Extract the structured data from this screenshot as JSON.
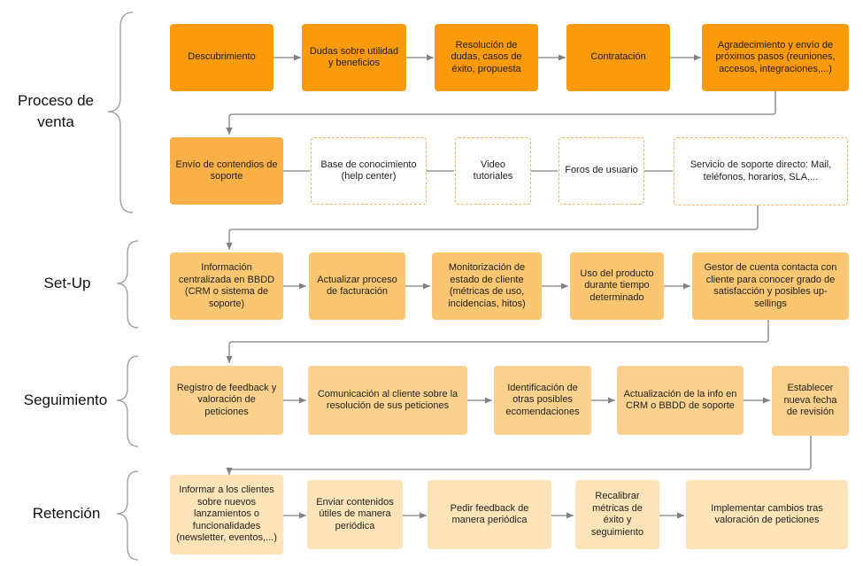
{
  "phases": [
    {
      "id": "venta",
      "label": "Proceso de venta"
    },
    {
      "id": "setup",
      "label": "Set-Up"
    },
    {
      "id": "seguimiento",
      "label": "Seguimiento"
    },
    {
      "id": "retencion",
      "label": "Retención"
    }
  ],
  "steps": {
    "descubrimiento": "Descubrimiento",
    "dudas": "Dudas sobre utilidad y beneficios",
    "resolucion": "Resolución de dudas, casos de éxito, propuesta",
    "contratacion": "Contratación",
    "agradecimiento": "Agradecimiento y envío de próximos pasos (reuniones, accesos, integraciones,...)",
    "envio": "Envío de contendios de soporte",
    "base": "Base de conocimiento (help center)",
    "video": "Video tutoriales",
    "foros": "Foros de usuario",
    "servicio": "Servicio de soporte directo: Mail, teléfonos, horarios, SLA,...",
    "informacion": "Información centralizada en BBDD (CRM o sistema de soporte)",
    "actualizar": "Actualizar proceso de facturación",
    "monitorizacion": "Monitorización de estado de cliente (métricas de uso, incidencias, hitos)",
    "uso": "Uso del producto durante tiempo determinado",
    "gestor": "Gestor de cuenta contacta con cliente para conocer grado de satisfacción y posibles up-sellings",
    "registro": "Registro de feedback y valoración de peticiones",
    "comunicacion": "Comunicación al cliente sobre la resolución de sus peticiones",
    "identificacion": "Identificación de otras posibles ecomendaciones",
    "actualizacion": "Actualización de la info en CRM o BBDD de soporte",
    "establecer": "Establecer nueva fecha de revisión",
    "informar": "Informar a los clientes sobre nuevos lanzamientos o funcionalidades (newsletter, eventos,...)",
    "enviar": "Enviar contenidos útiles de manera periódica",
    "pedir": "Pedir feedback de manera periódica",
    "recalibrar": "Recalibrar métricas de éxito y seguimiento",
    "implementar": "Implementar cambios tras valoración de peticiones"
  },
  "colors": {
    "venta_row1": "#fb9a0b",
    "venta_row2": "#fbb047",
    "setup": "#fbc672",
    "seguimiento": "#fcd18d",
    "retencion": "#fde3b8",
    "dashed_border": "#f6b45c",
    "connector": "#808080",
    "bracket": "#9a9a9a"
  }
}
